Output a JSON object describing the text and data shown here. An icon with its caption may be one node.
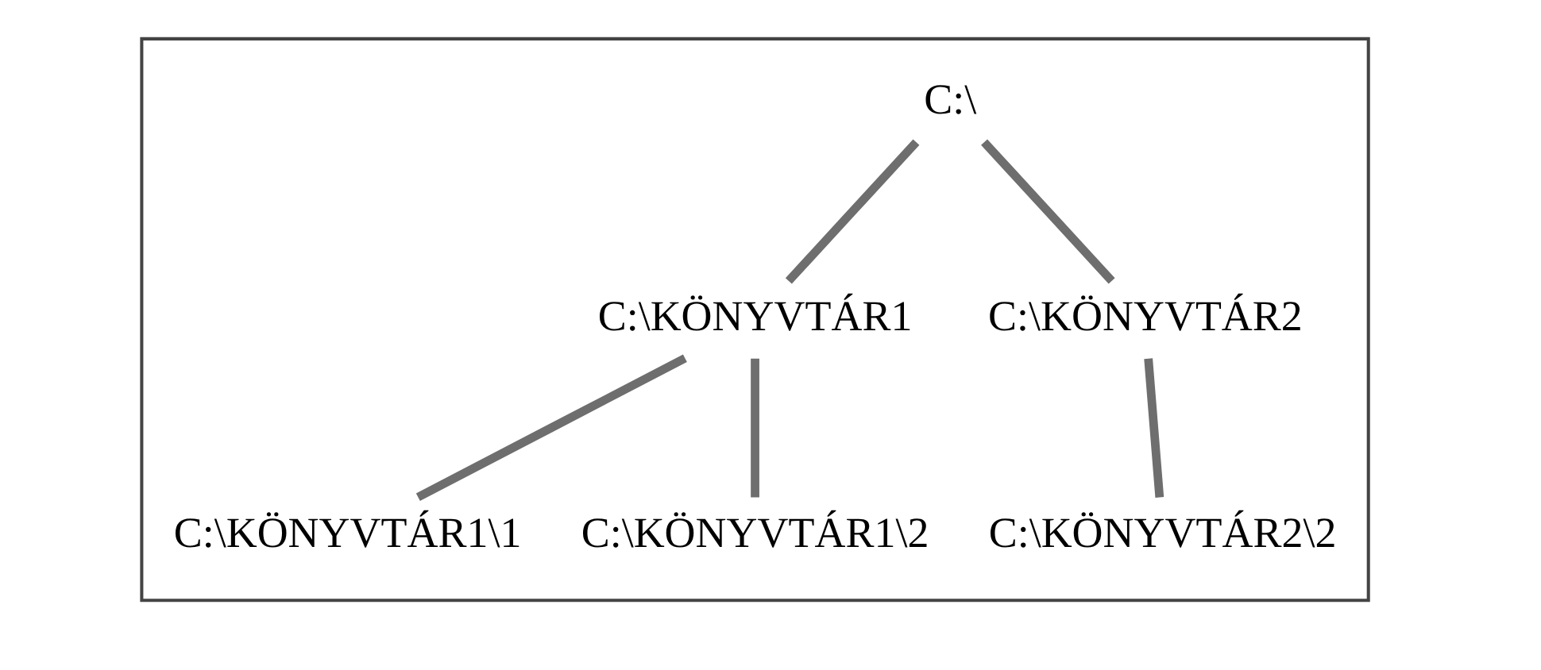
{
  "diagram": {
    "nodes": [
      {
        "text": [],
        "shape": "box"
      },
      {
        "text": [
          "C:\\"
        ],
        "in": 0
      },
      {
        "text": [
          "C:\\KÖNYVTÁR1"
        ],
        "in": 0
      },
      {
        "text": [
          "C:\\KÖNYVTÁR2"
        ],
        "in": 0
      },
      {
        "text": [
          "C:\\KÖNYVTÁR1\\1"
        ],
        "in": 0
      },
      {
        "text": [
          "C:\\KÖNYVTÁR1\\2"
        ],
        "in": 0
      },
      {
        "text": [
          "C:\\KÖNYVTÁR2\\2"
        ],
        "in": 0
      }
    ],
    "edges": [
      {
        "from": 1,
        "to": 2,
        "arrow": "none"
      },
      {
        "from": 1,
        "to": 3,
        "arrow": "none"
      },
      {
        "from": 2,
        "to": 4,
        "arrow": "none"
      },
      {
        "from": 2,
        "to": 5,
        "arrow": "none"
      },
      {
        "from": 3,
        "to": 6,
        "arrow": "none"
      }
    ]
  }
}
